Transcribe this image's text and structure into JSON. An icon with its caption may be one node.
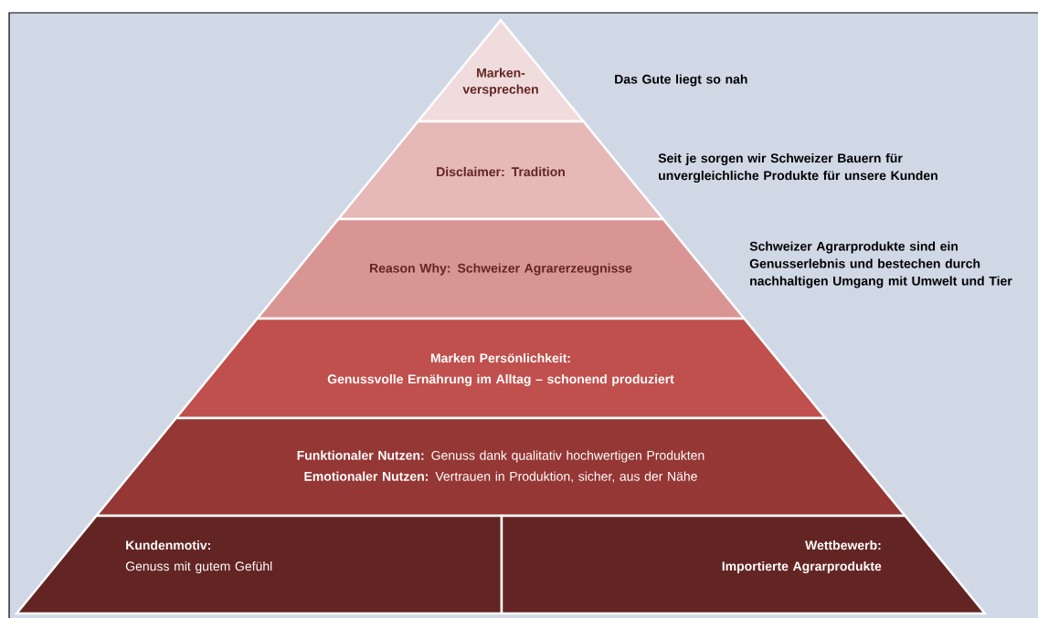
{
  "diagram": {
    "nodes": [
      {
        "text": [
          "Marken- versprechen"
        ],
        "beside": [
          "Das Gute liegt so nah"
        ]
      },
      {
        "text": [
          "Disclaimer: Tradition"
        ],
        "beside": [
          "Seit je sorgen wir Schweizer Bauern für unvergleichliche Produkte für unsere Kunden"
        ]
      },
      {
        "text": [
          "Reason Why: Schweizer Agrarerzeugnisse"
        ],
        "beside": [
          "Schweizer Agrarprodukte sind ein Genusserlebnis und bestechen durch nachhaltigen Umgang mit Umwelt und Tier"
        ]
      },
      {
        "text": [
          "Marken Persönlichkeit:",
          "Genussvolle Ernährung im Alltag – schonend produziert"
        ]
      },
      {
        "text": [
          "**Funktionaler Nutzen:** Genuss dank qualitativ hochwertigen Produkten",
          "**Emotionaler Nutzen:** Vertrauen in Produktion, sicher, aus der Nähe"
        ]
      },
      {
        "text": [
          "Kundenmotiv:",
          "Genuss mit gutem Gefühl"
        ]
      },
      {
        "text": [
          "Wettbewerb:",
          "Importierte Agrarprodukte"
        ]
      }
    ]
  }
}
